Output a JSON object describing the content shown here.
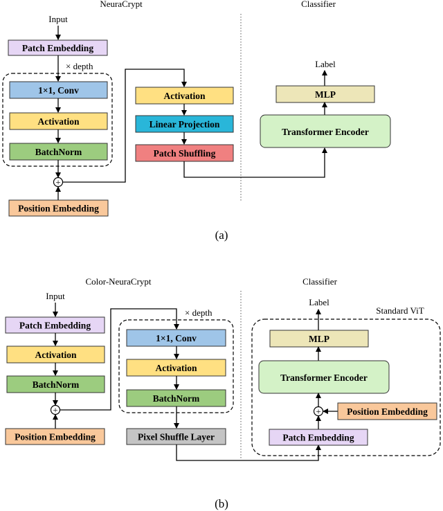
{
  "colors": {
    "purple": "#e6d6f5",
    "blue": "#9fc5e8",
    "yellow": "#ffe082",
    "green": "#9ccc7f",
    "orange": "#f9c89b",
    "red": "#f08080",
    "cyan": "#29b6d9",
    "beige": "#ede6b8",
    "lightgreen": "#d4f2c7",
    "gray": "#c4c4c4"
  },
  "a": {
    "title_left": "NeuraCrypt",
    "title_right": "Classifier",
    "input_label": "Input",
    "depth_label": "× depth",
    "label_label": "Label",
    "patch_embedding": "Patch Embedding",
    "conv": "1×1, Conv",
    "activation": "Activation",
    "batchnorm": "BatchNorm",
    "position_embedding": "Position Embedding",
    "activation2": "Activation",
    "linear_projection": "Linear Projection",
    "patch_shuffling": "Patch Shuffling",
    "mlp": "MLP",
    "transformer_encoder": "Transformer Encoder",
    "plus": "+",
    "caption": "(a)"
  },
  "b": {
    "title_left": "Color-NeuraCrypt",
    "title_right": "Classifier",
    "input_label": "Input",
    "depth_label": "× depth",
    "label_label": "Label",
    "standard_vit": "Standard ViT",
    "patch_embedding": "Patch Embedding",
    "activation": "Activation",
    "batchnorm": "BatchNorm",
    "position_embedding": "Position Embedding",
    "conv": "1×1, Conv",
    "activation2": "Activation",
    "batchnorm2": "BatchNorm",
    "pixel_shuffle": "Pixel Shuffle Layer",
    "mlp": "MLP",
    "transformer_encoder": "Transformer Encoder",
    "position_embedding2": "Position Embedding",
    "patch_embedding2": "Patch Embedding",
    "plus": "+",
    "plus2": "+",
    "caption": "(b)"
  }
}
